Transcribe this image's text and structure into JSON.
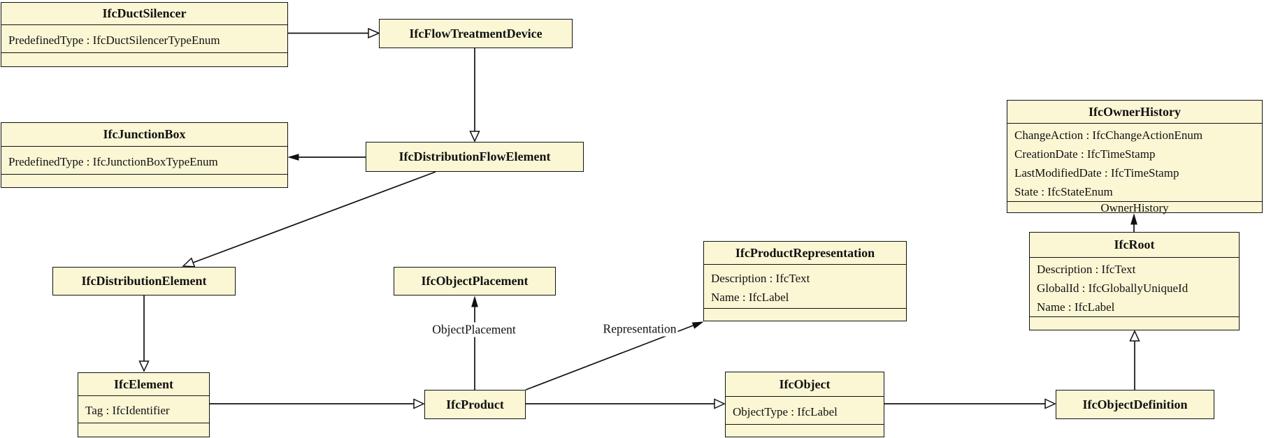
{
  "diagram": {
    "kind": "uml-class-diagram",
    "subject": "IFC entity inheritance and attributes",
    "colors": {
      "background": "#FFFFFF",
      "box_fill": "#FBF7D5",
      "box_border": "#111111",
      "line": "#111111",
      "text": "#111111"
    },
    "classes": [
      {
        "title": "IfcDuctSilencer",
        "attributes": [
          "PredefinedType : IfcDuctSilencerTypeEnum"
        ],
        "footer": ""
      },
      {
        "title": "IfcFlowTreatmentDevice",
        "attributes": [],
        "footer": ""
      },
      {
        "title": "IfcJunctionBox",
        "attributes": [
          "PredefinedType : IfcJunctionBoxTypeEnum"
        ],
        "footer": ""
      },
      {
        "title": "IfcDistributionFlowElement",
        "attributes": [],
        "footer": ""
      },
      {
        "title": "IfcOwnerHistory",
        "attributes": [
          "ChangeAction : IfcChangeActionEnum",
          "CreationDate : IfcTimeStamp",
          "LastModifiedDate : IfcTimeStamp",
          "State : IfcStateEnum"
        ],
        "footer": "OwnerHistory"
      },
      {
        "title": "IfcDistributionElement",
        "attributes": [],
        "footer": ""
      },
      {
        "title": "IfcObjectPlacement",
        "attributes": [],
        "footer": ""
      },
      {
        "title": "IfcProductRepresentation",
        "attributes": [
          "Description : IfcText",
          "Name : IfcLabel"
        ],
        "footer": ""
      },
      {
        "title": "IfcRoot",
        "attributes": [
          "Description : IfcText",
          "GlobalId : IfcGloballyUniqueId",
          "Name : IfcLabel"
        ],
        "footer": ""
      },
      {
        "title": "IfcElement",
        "attributes": [
          "Tag : IfcIdentifier"
        ],
        "footer": ""
      },
      {
        "title": "IfcProduct",
        "attributes": [],
        "footer": ""
      },
      {
        "title": "IfcObject",
        "attributes": [
          "ObjectType : IfcLabel"
        ],
        "footer": ""
      },
      {
        "title": "IfcObjectDefinition",
        "attributes": [],
        "footer": ""
      }
    ],
    "edge_labels": {
      "object_placement": "ObjectPlacement",
      "representation": "Representation",
      "owner_history": "OwnerHistory"
    },
    "relationships": [
      {
        "from": "IfcDuctSilencer",
        "to": "IfcFlowTreatmentDevice",
        "type": "generalization",
        "label": ""
      },
      {
        "from": "IfcFlowTreatmentDevice",
        "to": "IfcDistributionFlowElement",
        "type": "generalization",
        "label": ""
      },
      {
        "from": "IfcDistributionFlowElement",
        "to": "IfcDistributionElement",
        "type": "generalization",
        "label": ""
      },
      {
        "from": "IfcDistributionElement",
        "to": "IfcElement",
        "type": "generalization",
        "label": ""
      },
      {
        "from": "IfcElement",
        "to": "IfcProduct",
        "type": "generalization",
        "label": ""
      },
      {
        "from": "IfcProduct",
        "to": "IfcObject",
        "type": "generalization",
        "label": ""
      },
      {
        "from": "IfcObject",
        "to": "IfcObjectDefinition",
        "type": "generalization",
        "label": ""
      },
      {
        "from": "IfcObjectDefinition",
        "to": "IfcRoot",
        "type": "generalization",
        "label": ""
      },
      {
        "from": "IfcDistributionFlowElement",
        "to": "IfcJunctionBox",
        "type": "association",
        "label": ""
      },
      {
        "from": "IfcProduct",
        "to": "IfcObjectPlacement",
        "type": "association",
        "label": "ObjectPlacement"
      },
      {
        "from": "IfcProduct",
        "to": "IfcProductRepresentation",
        "type": "association",
        "label": "Representation"
      },
      {
        "from": "IfcRoot",
        "to": "IfcOwnerHistory",
        "type": "association",
        "label": "OwnerHistory"
      }
    ]
  }
}
